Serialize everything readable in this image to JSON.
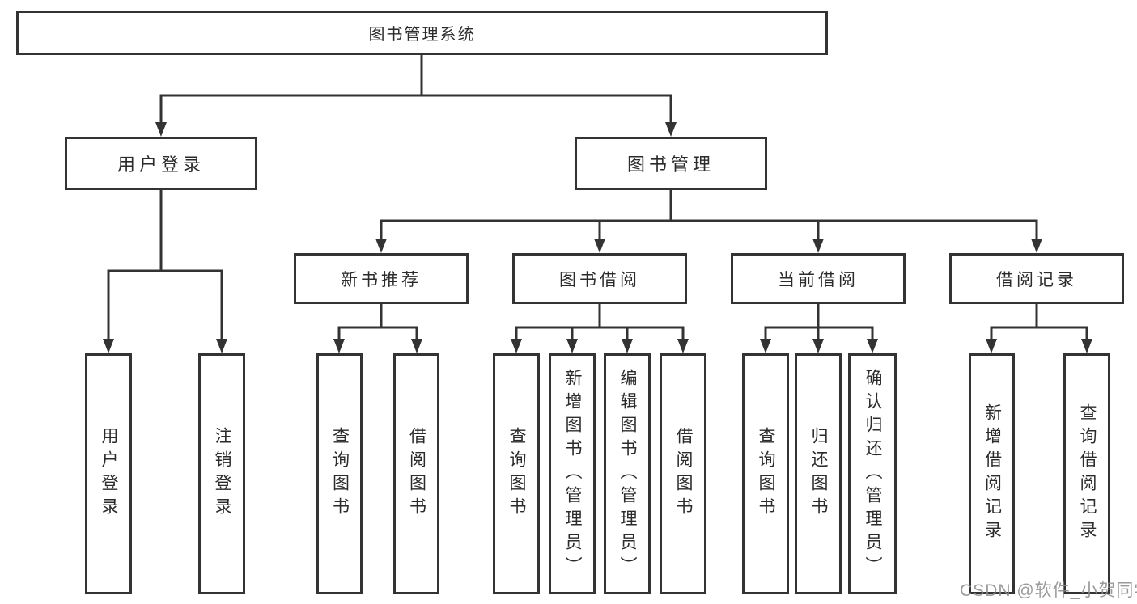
{
  "colors": {
    "line": "#333333",
    "box_border": "#333333",
    "text": "#2b2b2b",
    "background": "#ffffff",
    "watermark_gray": "#8c8c8c"
  },
  "watermark": {
    "text": "CSDN @软件_小贺同学"
  },
  "tree": {
    "root": "图书管理系统",
    "user_login": {
      "label": "用户登录",
      "children": [
        "用户登录",
        "注销登录"
      ]
    },
    "book_mgmt": {
      "label": "图书管理",
      "sections": {
        "new_books": {
          "label": "新书推荐",
          "children": [
            "查询图书",
            "借阅图书"
          ]
        },
        "book_borrow": {
          "label": "图书借阅",
          "children": [
            "查询图书",
            "新增图书（管理员）",
            "编辑图书（管理员）",
            "借阅图书"
          ]
        },
        "current_borrow": {
          "label": "当前借阅",
          "children": [
            "查询图书",
            "归还图书",
            "确认归还（管理员）"
          ]
        },
        "borrow_records": {
          "label": "借阅记录",
          "children": [
            "新增借阅记录",
            "查询借阅记录"
          ]
        }
      }
    }
  }
}
